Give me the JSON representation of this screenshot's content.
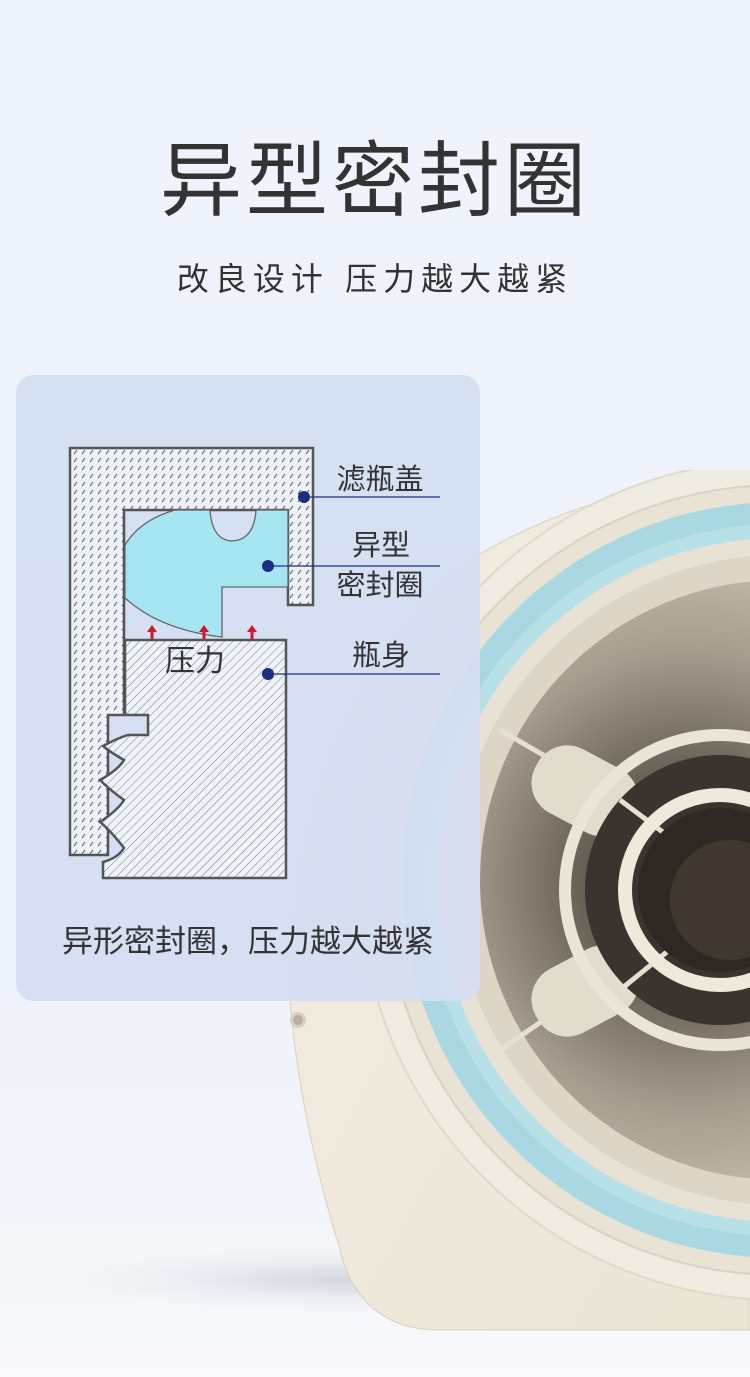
{
  "header": {
    "title": "异型密封圈",
    "subtitle": "改良设计 压力越大越紧"
  },
  "diagram": {
    "labels": {
      "filter_cap": "滤瓶盖",
      "seal_line1": "异型",
      "seal_line2": "密封圈",
      "bottle_body": "瓶身",
      "pressure": "压力"
    },
    "caption": "异形密封圈，压力越大越紧",
    "colors": {
      "card_background": "#d4def2",
      "seal_fill": "#a6e6f2",
      "outline": "#555555",
      "marker_dot": "#1a2e85",
      "leader_line": "#1a2e85",
      "pressure_arrow": "#d4142a"
    }
  },
  "product_photo": {
    "description": "filter housing cap with light-blue gasket ring",
    "colors": {
      "housing": "#eee8da",
      "gasket": "#a9d8e2",
      "interior": "#8f877a"
    }
  }
}
